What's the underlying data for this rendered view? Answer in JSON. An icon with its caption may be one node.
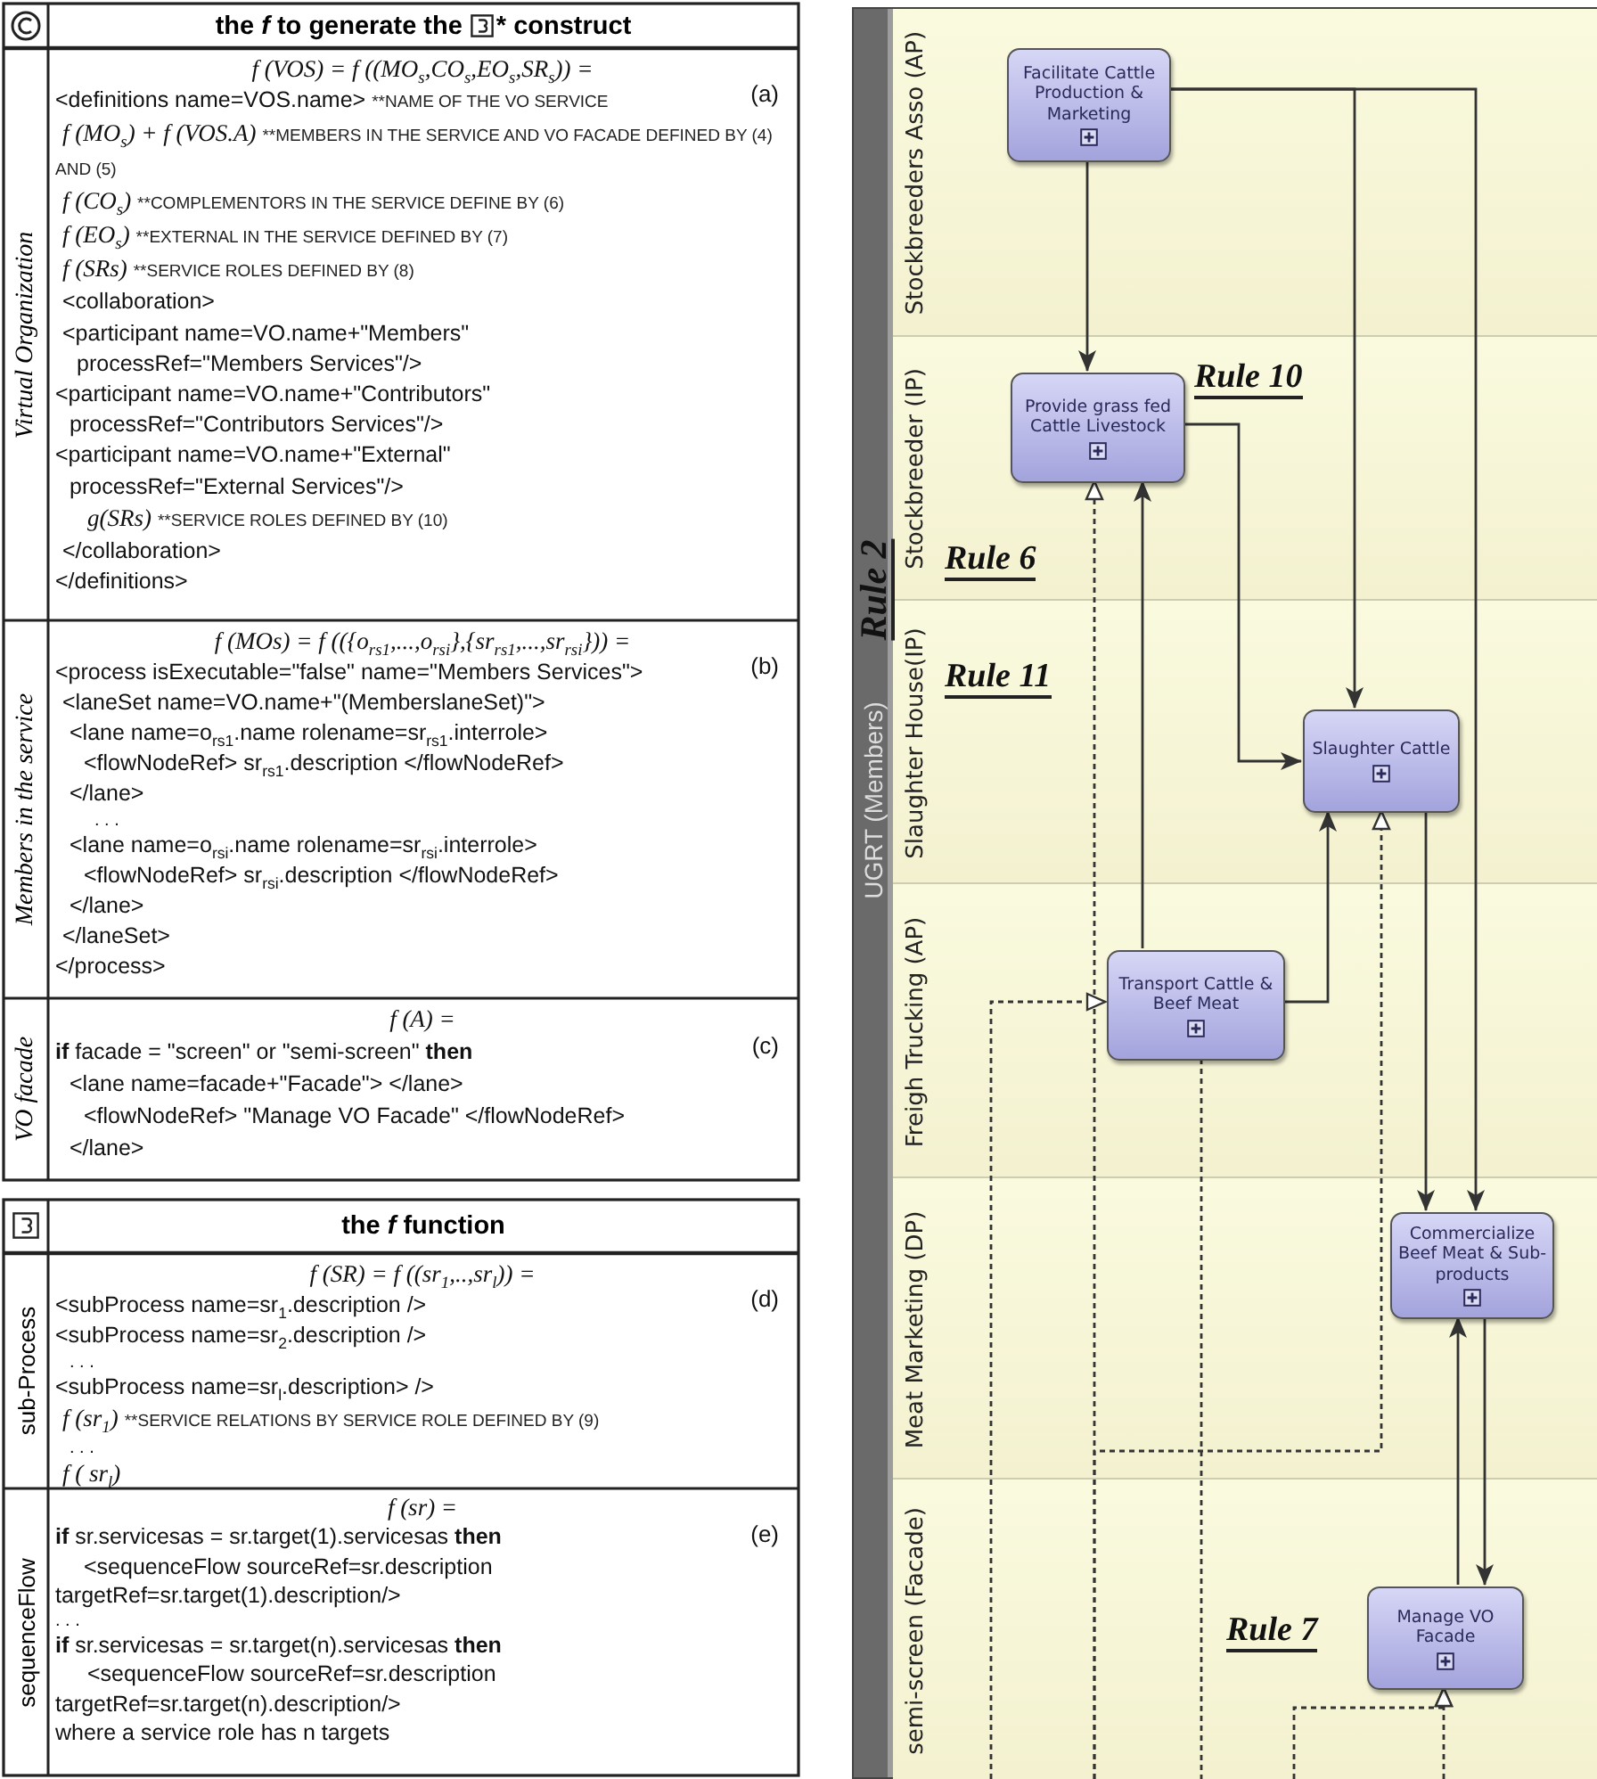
{
  "diagram": {
    "nodes": [
      {
        "text": [
          "UGRT (Members)"
        ]
      },
      {
        "text": [
          "Stockbreeders Asso (AP)"
        ],
        "in": 0
      },
      {
        "text": [
          "Stockbreeder (IP)"
        ],
        "in": 0
      },
      {
        "text": [
          "Slaughter House(IP)"
        ],
        "in": 0
      },
      {
        "text": [
          "Freigh Trucking (AP)"
        ],
        "in": 0
      },
      {
        "text": [
          "Meat Marketing (DP)"
        ],
        "in": 0
      },
      {
        "text": [
          "semi-screen (Facade)"
        ],
        "in": 0
      },
      {
        "text": [
          "Facilitate Cattle Production & Marketing"
        ],
        "in": 1
      },
      {
        "text": [
          "Provide grass fed Cattle Livestock"
        ],
        "in": 2
      },
      {
        "text": [
          "Slaughter Cattle"
        ],
        "in": 3
      },
      {
        "text": [
          "Transport Cattle & Beef Meat"
        ],
        "in": 4
      },
      {
        "text": [
          "Commercialize Beef Meat & Sub-products"
        ],
        "in": 5
      },
      {
        "text": [
          "Manage VO Facade"
        ],
        "in": 6
      }
    ],
    "edges": [
      {
        "from": 7,
        "to": 8,
        "arrow": "to"
      },
      {
        "from": 7,
        "to": 9,
        "arrow": "to"
      },
      {
        "from": 7,
        "to": 11,
        "arrow": "to"
      },
      {
        "from": 8,
        "to": 9,
        "arrow": "to"
      },
      {
        "from": 10,
        "to": 8,
        "arrow": "to"
      },
      {
        "from": 10,
        "to": 9,
        "arrow": "to"
      },
      {
        "from": 9,
        "to": 11,
        "arrow": "to"
      },
      {
        "from": 12,
        "to": 11,
        "arrow": "to"
      },
      {
        "from": 11,
        "to": 12,
        "arrow": "to"
      },
      {
        "from": 6,
        "to": 8,
        "arrow": "to",
        "style": "dashed"
      },
      {
        "from": 6,
        "to": 9,
        "arrow": "to",
        "style": "dashed"
      },
      {
        "from": 6,
        "to": 10,
        "arrow": "to",
        "style": "dashed"
      },
      {
        "from": 10,
        "to": 6,
        "arrow": "other",
        "style": "dashed"
      },
      {
        "from": 6,
        "to": 12,
        "arrow": "to",
        "style": "dashed"
      },
      {
        "from": 6,
        "to": 12,
        "arrow": "to",
        "style": "dashed"
      }
    ],
    "labels": [
      "the *f* to generate the",
      "* construct",
      "Virtual Organization",
      "f (VOS) = f ((MO$_{s}$,CO$_{s}$,EO$_{s}$,SR$_{s}$)) =",
      "(a)",
      "<definitions name=VOS.name>",
      "**NAME OF THE VO SERVICE",
      "f (MO$_{s}$) + f (VOS.A)",
      "**MEMBERS IN THE SERVICE AND VO FACADE DEFINED BY (4) AND (5)",
      "f (CO$_{s}$)",
      "**COMPLEMENTORS IN THE SERVICE DEFINE BY (6)",
      "f (EO$_{s}$)",
      "**EXTERNAL IN THE SERVICE DEFINED BY (7)",
      "f (SRs)",
      "**SERVICE ROLES DEFINED BY (8)",
      "<collaboration>",
      "<participant name=VO.name+\"Members\"",
      "processRef=\"Members Services\"/>",
      "<participant name=VO.name+\"Contributors\"",
      "processRef=\"Contributors Services\"/>",
      "<participant name=VO.name+\"External\"",
      "processRef=\"External Services\"/>",
      "g(SRs)",
      "**SERVICE ROLES DEFINED BY (10)",
      "</collaboration>",
      "</definitions>",
      "Members in the service",
      "f (MOs) = f (({o$_{rs1}$,...,o$_{rsi}$},{sr$_{rs1}$,...,sr$_{rsi}$})) =",
      "(b)",
      "<process isExecutable=\"false\" name=\"Members Services\">",
      "<laneSet name=VO.name+\"(MemberslaneSet)\">",
      "<lane name=o$_{rs1}$.name rolename=sr$_{rs1}$.interrole>",
      "<flowNodeRef> sr$_{rs1}$.description </flowNodeRef>",
      "</lane>",
      ". . .",
      "<lane name=o$_{rsi}$.name rolename=sr$_{rsi}$.interrole>",
      "<flowNodeRef> sr$_{rsi}$.description </flowNodeRef>",
      "</lane>",
      "</laneSet>",
      "</process>",
      "VO facade",
      "f (A) =",
      "(c)",
      "**if** facade = \"screen\" or \"semi-screen\" **then**",
      "<lane name=facade+\"Facade\"> </lane>",
      "<flowNodeRef> \"Manage VO Facade\" </flowNodeRef>",
      "</lane>",
      "the *f* function",
      "sub-Process",
      "f (SR) = f ((sr$_{1}$,..,sr$_{l}$)) =",
      "(d)",
      "<subProcess name=sr$_{1}$.description />",
      "<subProcess name=sr$_{2}$.description />",
      ". . .",
      "<subProcess name=sr$_{l}$.description> />",
      "f (sr$_{1}$)",
      "**SERVICE RELATIONS BY SERVICE ROLE DEFINED BY (9)",
      ". . .",
      "f ( sr$_{l}$)",
      "sequenceFlow",
      "f (sr) =",
      "(e)",
      "**if** sr.servicesas = sr.target(1).servicesas **then**",
      "<sequenceFlow sourceRef=sr.description",
      "targetRef=sr.target(1).description/>",
      ". . .",
      "**if** sr.servicesas = sr.target(n).servicesas **then**",
      "<sequenceFlow sourceRef=sr.description",
      "targetRef=sr.target(n).description/>",
      "where a service role has n targets",
      "Rule 2",
      "Rule 10",
      "Rule 6",
      "Rule 11",
      "Rule 7"
    ]
  }
}
